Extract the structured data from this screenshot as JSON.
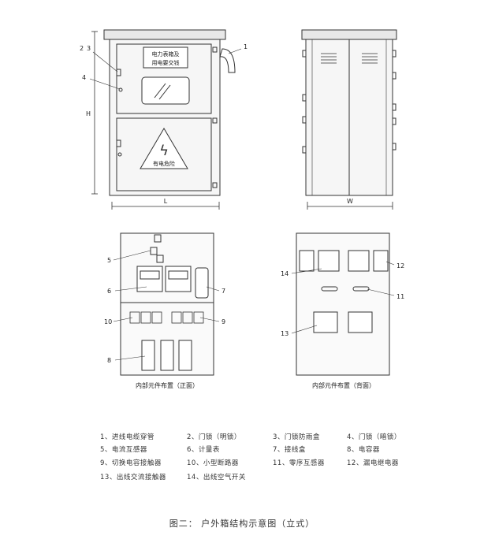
{
  "front_view": {
    "cabinet_text_line1": "电力表箱及",
    "cabinet_text_line2": "用电要交钱",
    "warning_text": "有电危险",
    "dim_height": "H",
    "dim_length": "L",
    "callouts": [
      "1",
      "2",
      "3",
      "4"
    ]
  },
  "side_view": {
    "dim_width": "W"
  },
  "inner_front": {
    "callouts": [
      "5",
      "6",
      "7",
      "8",
      "9",
      "10"
    ],
    "caption": "内部元件布置（正面）"
  },
  "inner_back": {
    "callouts": [
      "11",
      "12",
      "13",
      "14"
    ],
    "caption": "内部元件布置（背面）"
  },
  "legend": [
    "1、进线电缆穿管",
    "2、门锁（明锁）",
    "3、门锁防雨盒",
    "4、门锁（暗锁）",
    "5、电流互感器",
    "6、计量表",
    "7、接线盒",
    "8、电容器",
    "9、切换电容接触器",
    "10、小型断路器",
    "11、零序互感器",
    "12、漏电继电器",
    "13、出线交流接触器",
    "14、出线空气开关"
  ],
  "figure_caption": "图二： 户外箱结构示意图（立式）",
  "colors": {
    "line": "#333333",
    "fill": "#f0f0f0"
  }
}
